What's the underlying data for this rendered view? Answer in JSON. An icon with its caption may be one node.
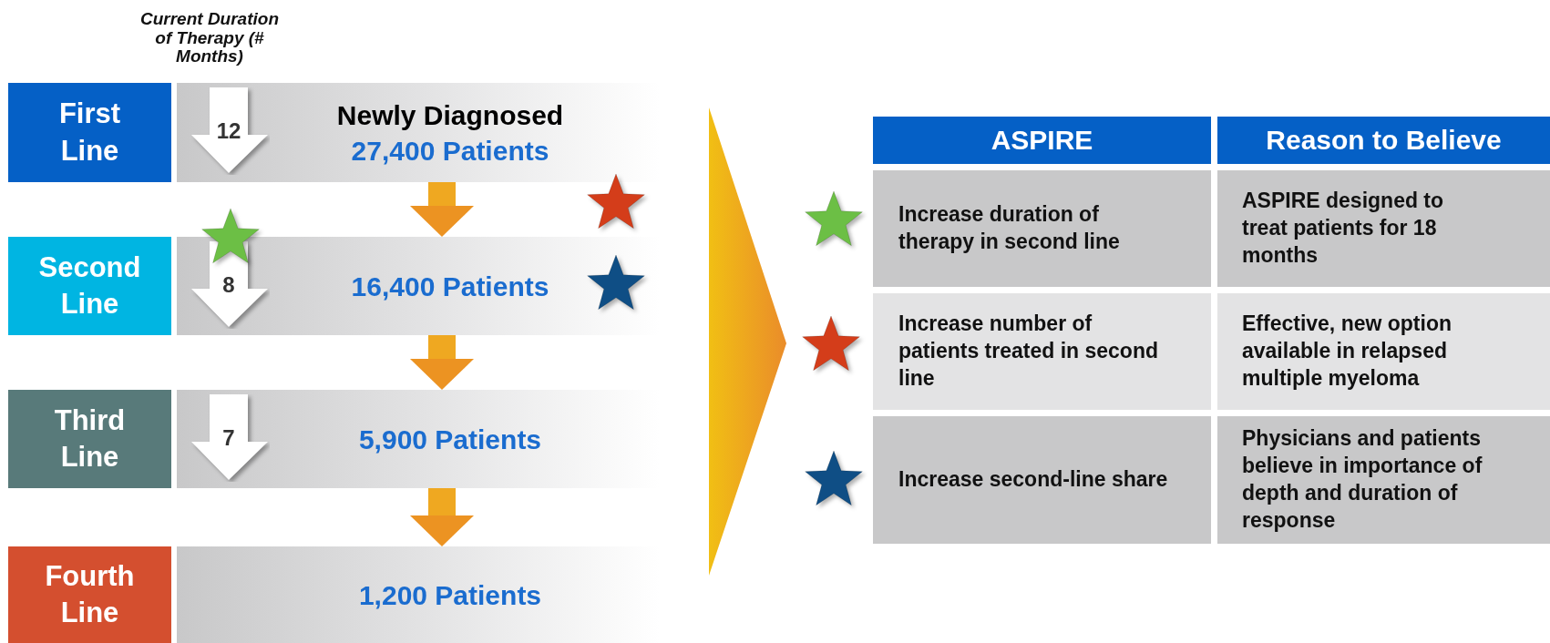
{
  "diagram": {
    "nodes": [
      {
        "text": [
          "First Line"
        ]
      },
      {
        "text": [
          "Second Line"
        ]
      },
      {
        "text": [
          "Third Line"
        ]
      },
      {
        "text": [
          "Fourth Line"
        ]
      },
      {
        "text": [
          "Newly Diagnosed",
          "27,400 Patients"
        ]
      },
      {
        "text": [
          "16,400 Patients"
        ]
      },
      {
        "text": [
          "5,900 Patients"
        ]
      },
      {
        "text": [
          "1,200 Patients"
        ]
      },
      {
        "text": [
          "12"
        ],
        "in": 4
      },
      {
        "text": [
          "8"
        ],
        "in": 5
      },
      {
        "text": [
          "7"
        ],
        "in": 6
      }
    ],
    "edges": [
      {
        "from": 4,
        "to": 5,
        "arrow": "to"
      },
      {
        "from": 5,
        "to": 6,
        "arrow": "to"
      },
      {
        "from": 6,
        "to": 7,
        "arrow": "to"
      }
    ],
    "labels": [
      "Current Duration of Therapy (# Months)",
      "ASPIRE",
      "Reason to Believe",
      "Increase duration of therapy in second line",
      "ASPIRE designed to treat patients for 18 months",
      "Increase number of patients treated in second line",
      "Effective, new option available in relapsed multiple myeloma",
      "Increase second-line share",
      "Physicians and patients believe in importance of depth and duration of response"
    ]
  }
}
